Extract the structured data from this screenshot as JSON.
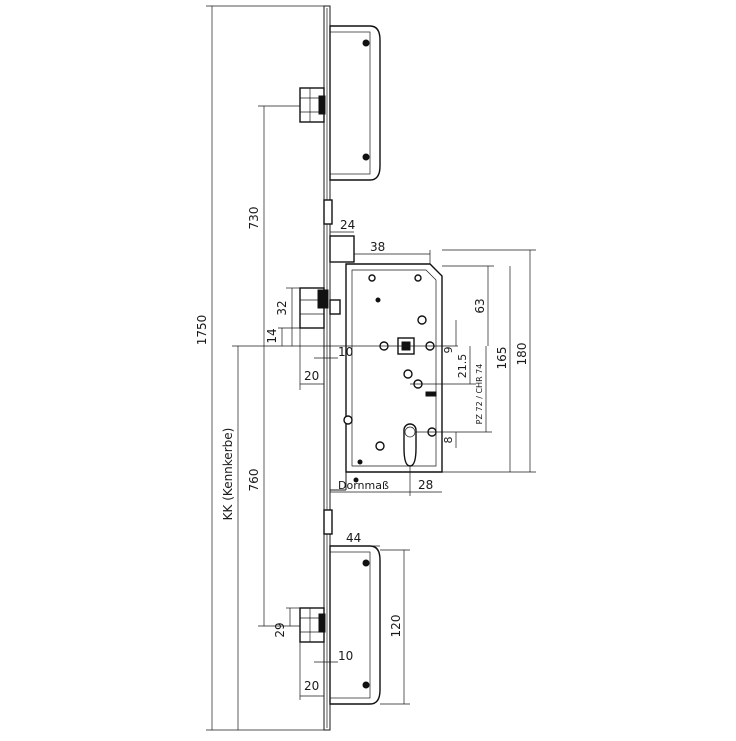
{
  "dimensions": {
    "d1750": "1750",
    "d730": "730",
    "d760": "760",
    "kk": "KK (Kennkerbe)",
    "d24": "24",
    "d38": "38",
    "d32": "32",
    "d14": "14",
    "d10_mid": "10",
    "d20_mid": "20",
    "d63": "63",
    "d165": "165",
    "d180": "180",
    "d9": "9",
    "d21_5": "21.5",
    "pz_chr": "PZ 72 / CHR 74",
    "d8": "8",
    "dornmass": "Dornmaß",
    "d28": "28",
    "d44": "44",
    "d29": "29",
    "d120": "120",
    "d10_low": "10",
    "d20_low": "20"
  }
}
